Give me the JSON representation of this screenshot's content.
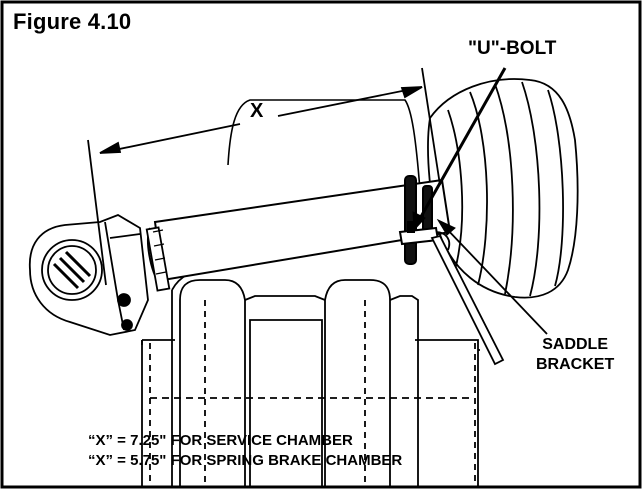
{
  "figure": {
    "title": "Figure 4.10",
    "dimension_label": "X",
    "ubolt_label": "\"U\"-BOLT",
    "saddle_label_line1": "SADDLE",
    "saddle_label_line2": "BRACKET",
    "notes": [
      "“X” = 7.25\" FOR SERVICE CHAMBER",
      "“X” = 5.75\" FOR SPRING BRAKE CHAMBER"
    ]
  },
  "colors": {
    "ink": "#000000",
    "paper": "#ffffff"
  }
}
